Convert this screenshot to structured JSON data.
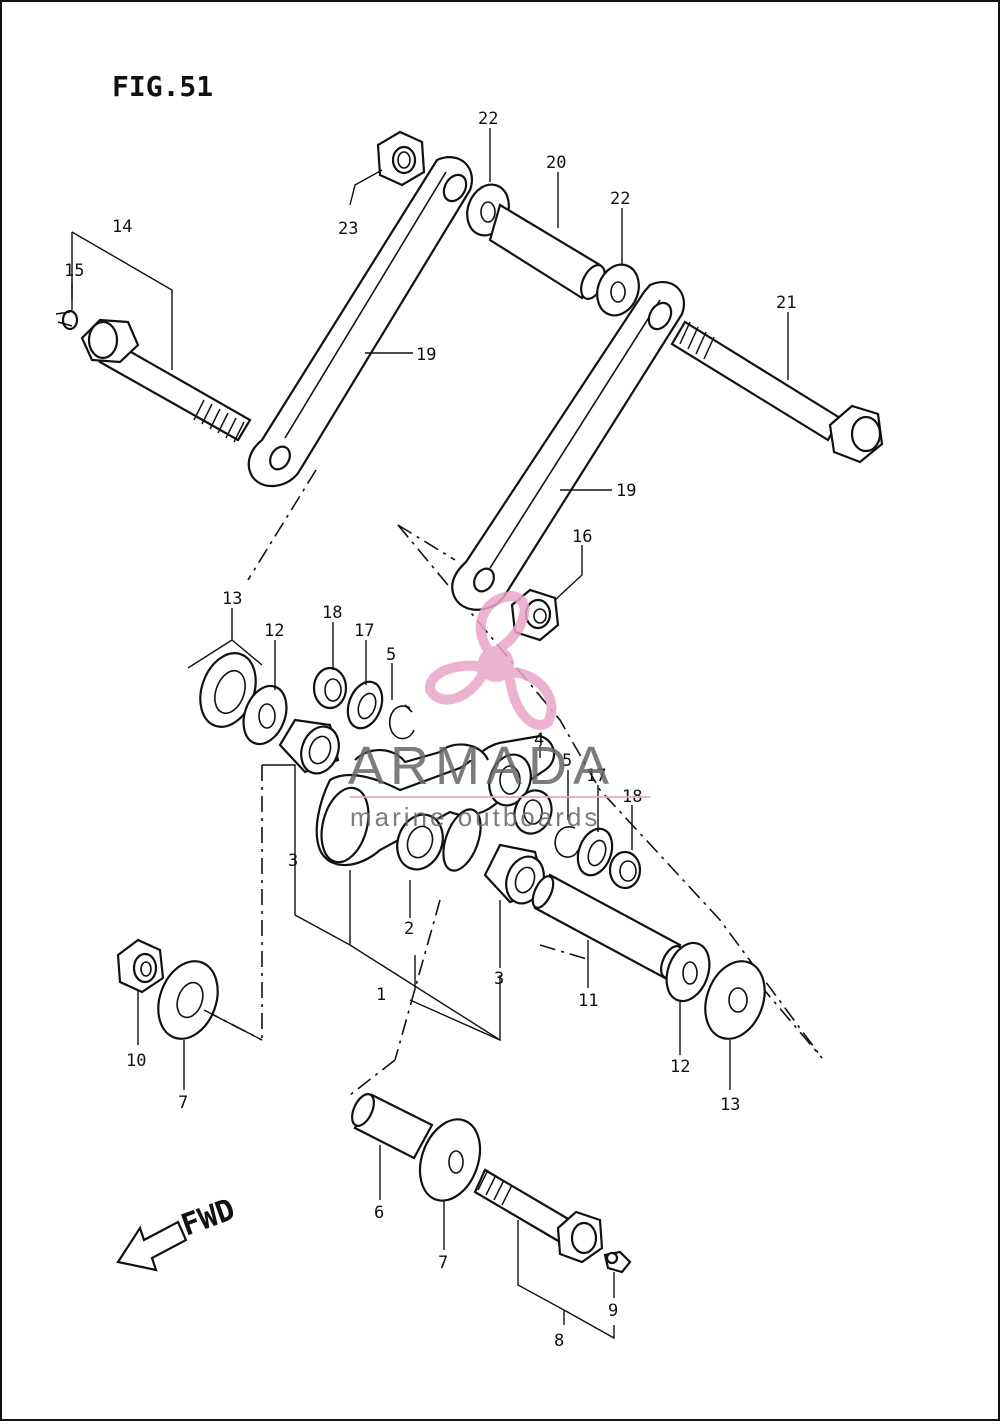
{
  "figure": {
    "title": "FIG.51"
  },
  "direction_label": "FWD",
  "watermark": {
    "brand": "ARMADA",
    "tagline": "marine outboards",
    "accent_color": "#e9a6c9",
    "text_color": "#555555",
    "logo_icon": "propeller-icon"
  },
  "callouts": [
    {
      "id": "c23",
      "label": "23"
    },
    {
      "id": "c22a",
      "label": "22"
    },
    {
      "id": "c20",
      "label": "20"
    },
    {
      "id": "c22b",
      "label": "22"
    },
    {
      "id": "c14",
      "label": "14"
    },
    {
      "id": "c15",
      "label": "15"
    },
    {
      "id": "c19a",
      "label": "19"
    },
    {
      "id": "c21",
      "label": "21"
    },
    {
      "id": "c19b",
      "label": "19"
    },
    {
      "id": "c16",
      "label": "16"
    },
    {
      "id": "c13a",
      "label": "13"
    },
    {
      "id": "c12a",
      "label": "12"
    },
    {
      "id": "c18a",
      "label": "18"
    },
    {
      "id": "c17a",
      "label": "17"
    },
    {
      "id": "c5a",
      "label": "5"
    },
    {
      "id": "c4",
      "label": "4"
    },
    {
      "id": "c5b",
      "label": "5"
    },
    {
      "id": "c17b",
      "label": "17"
    },
    {
      "id": "c18b",
      "label": "18"
    },
    {
      "id": "c3a",
      "label": "3"
    },
    {
      "id": "c2",
      "label": "2"
    },
    {
      "id": "c3b",
      "label": "3"
    },
    {
      "id": "c1",
      "label": "1"
    },
    {
      "id": "c11",
      "label": "11"
    },
    {
      "id": "c10",
      "label": "10"
    },
    {
      "id": "c7a",
      "label": "7"
    },
    {
      "id": "c12b",
      "label": "12"
    },
    {
      "id": "c13b",
      "label": "13"
    },
    {
      "id": "c6",
      "label": "6"
    },
    {
      "id": "c7b",
      "label": "7"
    },
    {
      "id": "c9",
      "label": "9"
    },
    {
      "id": "c8",
      "label": "8"
    }
  ]
}
